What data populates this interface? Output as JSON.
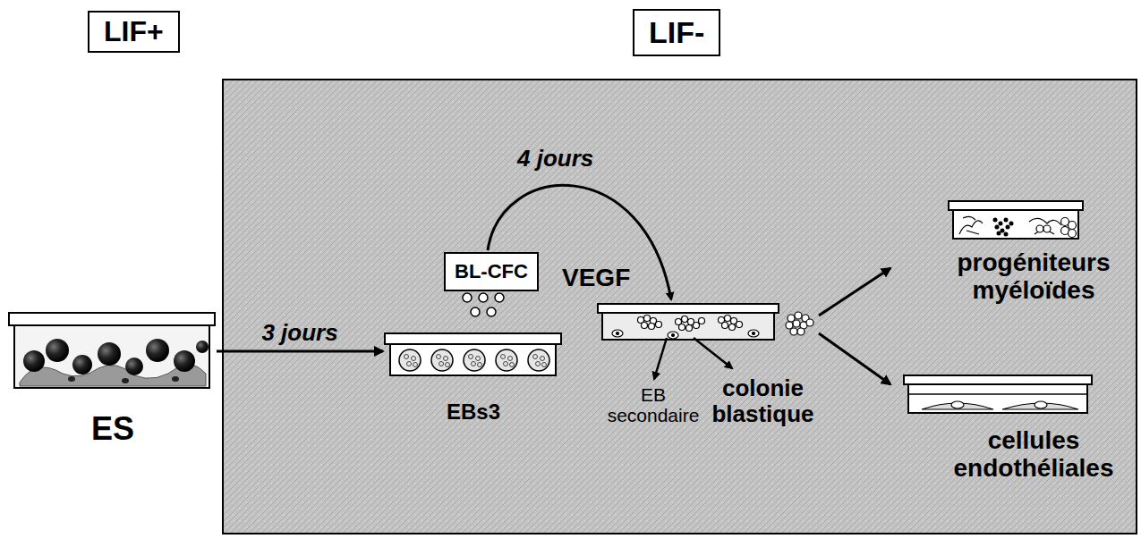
{
  "diagram": {
    "nodes": [
      {
        "text": [
          "LIF+"
        ]
      },
      {
        "text": [
          "LIF-"
        ]
      },
      {
        "text": [
          "ES"
        ]
      },
      {
        "text": [
          "EBs3"
        ]
      },
      {
        "text": [
          "BL-CFC"
        ]
      },
      {
        "text": [
          "colonie blastique"
        ]
      },
      {
        "text": [
          "progéniteurs myéloïdes"
        ]
      },
      {
        "text": [
          "cellules endothéliales"
        ]
      }
    ],
    "edges": [
      {
        "from": 2,
        "to": 3,
        "label": "3 jours",
        "arrow": "to"
      },
      {
        "from": 5,
        "to": 6,
        "arrow": "to"
      },
      {
        "from": 5,
        "to": 7,
        "arrow": "to"
      }
    ],
    "labels": [
      "4 jours",
      "VEGF",
      "EB secondaire"
    ]
  }
}
